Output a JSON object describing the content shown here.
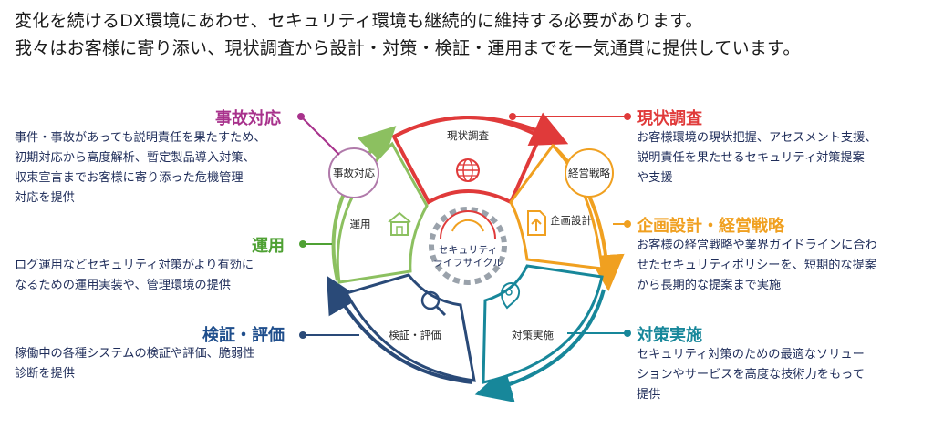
{
  "intro": {
    "line1": "変化を続けるDX環境にあわせ、セキュリティ環境も継続的に維持する必要があります。",
    "line2": "我々はお客様に寄り添い、現状調査から設計・対策・検証・運用までを一気通貫に提供しています。"
  },
  "center": {
    "line1": "セキュリティ",
    "line2": "ライフサイクル"
  },
  "segments": {
    "genjou": "現状調査",
    "keiei": "経営戦略",
    "kikaku": "企画設計",
    "taisaku": "対策実施",
    "kensho": "検証・評価",
    "unyou": "運用",
    "jiko": "事故対応"
  },
  "annotations": {
    "jiko": {
      "title": "事故対応",
      "color": "#a8328c",
      "lines": [
        "事件・事故があっても説明責任を果たすため、",
        "初期対応から高度解析、暫定製品導入対策、",
        "収束宣言までお客様に寄り添った危機管理",
        "対応を提供"
      ]
    },
    "unyou": {
      "title": "運用",
      "color": "#4fa134",
      "lines": [
        "ログ運用などセキュリティ対策がより有効に",
        "なるための運用実装や、管理環境の提供"
      ]
    },
    "kensho": {
      "title": "検証・評価",
      "color": "#1f4e8c",
      "lines": [
        "稼働中の各種システムの検証や評価、脆弱性",
        "診断を提供"
      ]
    },
    "genjou": {
      "title": "現状調査",
      "color": "#e03a3a",
      "lines": [
        "お客様環境の現状把握、アセスメント支援、",
        "説明責任を果たせるセキュリティ対策提案",
        "や支援"
      ]
    },
    "kikaku": {
      "title": "企画設計・経営戦略",
      "color": "#f0a020",
      "lines": [
        "お客様の経営戦略や業界ガイドラインに合わ",
        "せたセキュリティポリシーを、短期的な提案",
        "から長期的な提案まで実施"
      ]
    },
    "taisaku": {
      "title": "対策実施",
      "color": "#17879a",
      "lines": [
        "セキュリティ対策のための最適なソリュー",
        "ションやサービスを高度な技術力をもって",
        "提供"
      ]
    }
  },
  "colors": {
    "red": "#e03a3a",
    "orange": "#f0a020",
    "teal": "#17879a",
    "navy": "#2a4a78",
    "green": "#8cc060",
    "purple": "#a8328c"
  },
  "icons": [
    "globe-icon",
    "document-upload-icon",
    "location-pin-icon",
    "magnifier-icon",
    "house-icon",
    "gear-icon"
  ]
}
